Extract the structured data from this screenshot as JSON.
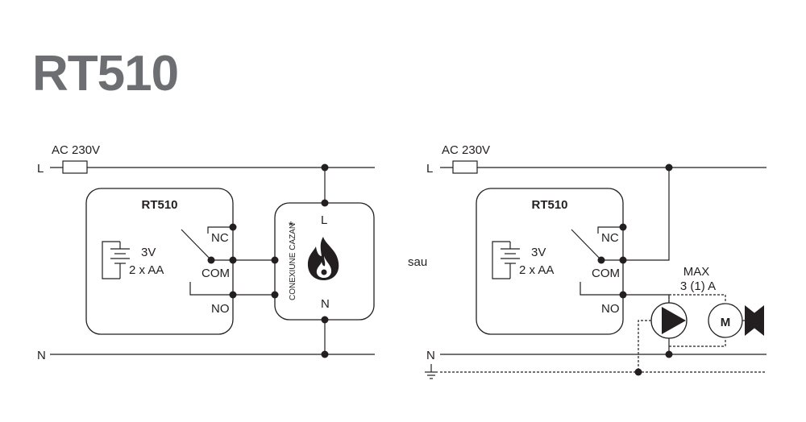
{
  "title": "RT510",
  "left_diagram": {
    "supply_label": "AC 230V",
    "line_label": "L",
    "neutral_label": "N",
    "device_title": "RT510",
    "battery_voltage": "3V",
    "battery_count": "2 x AA",
    "terminal_nc": "NC",
    "terminal_com": "COM",
    "terminal_no": "NO",
    "boiler_label": "CONEXIUNE CAZAN",
    "boiler_asterisk": "*",
    "boiler_l": "L",
    "boiler_n": "N",
    "flame_icon": "flame-icon"
  },
  "separator_text": "sau",
  "right_diagram": {
    "supply_label": "AC 230V",
    "line_label": "L",
    "neutral_label": "N",
    "device_title": "RT510",
    "battery_voltage": "3V",
    "battery_count": "2 x AA",
    "terminal_nc": "NC",
    "terminal_com": "COM",
    "terminal_no": "NO",
    "max_label": "MAX",
    "rating_label": "3 (1) A",
    "motor_label": "M",
    "pump_icon": "pump-icon",
    "valve_icon": "valve-icon",
    "ground_icon": "ground-icon"
  }
}
